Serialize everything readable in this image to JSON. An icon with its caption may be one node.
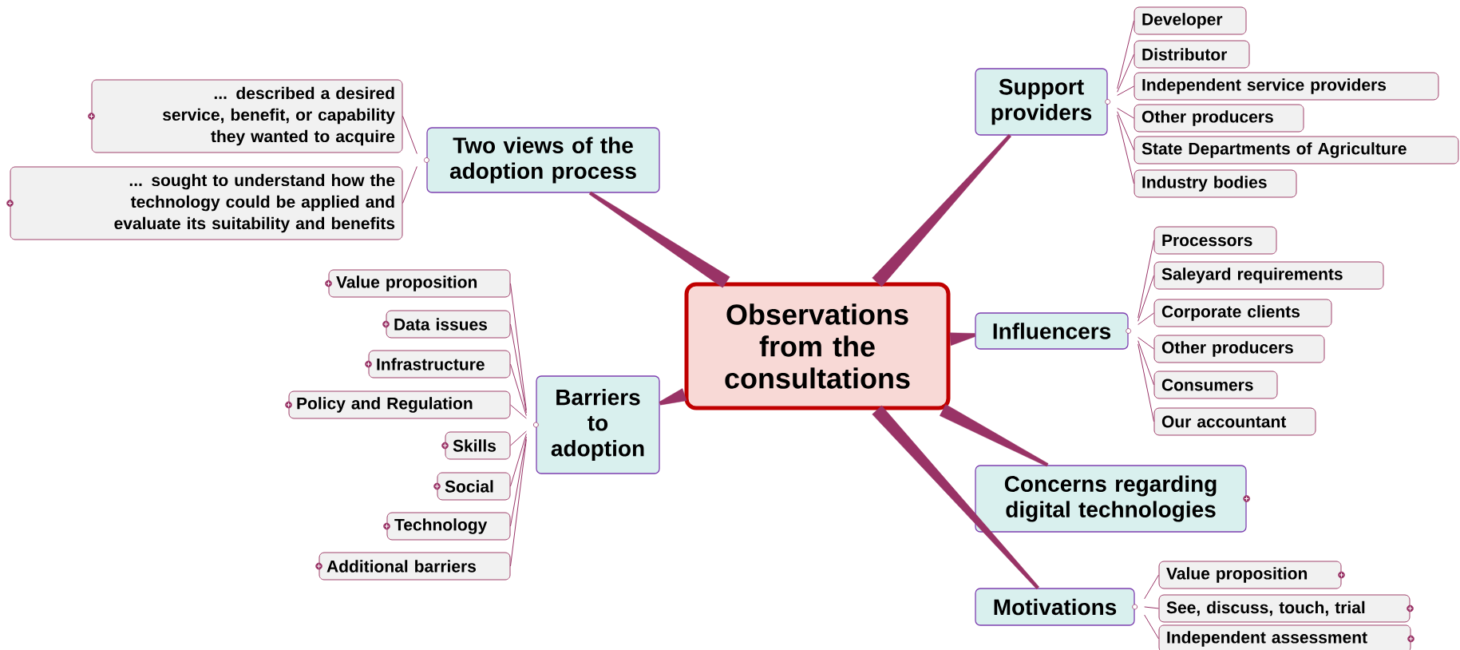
{
  "diagram": {
    "nodes": [
      {
        "text": [
          "Observations from the consultations"
        ]
      },
      {
        "text": [
          "Two views of the adoption process"
        ]
      },
      {
        "text": [
          "... described a desired service, benefit, or capability they wanted to acquire"
        ]
      },
      {
        "text": [
          "... sought to understand how the technology could be applied and evaluate its suitability and benefits"
        ]
      },
      {
        "text": [
          "Barriers to adoption"
        ]
      },
      {
        "text": [
          "Value proposition"
        ]
      },
      {
        "text": [
          "Data issues"
        ]
      },
      {
        "text": [
          "Infrastructure"
        ]
      },
      {
        "text": [
          "Policy and Regulation"
        ]
      },
      {
        "text": [
          "Skills"
        ]
      },
      {
        "text": [
          "Social"
        ]
      },
      {
        "text": [
          "Technology"
        ]
      },
      {
        "text": [
          "Additional barriers"
        ]
      },
      {
        "text": [
          "Support providers"
        ]
      },
      {
        "text": [
          "Developer"
        ]
      },
      {
        "text": [
          "Distributor"
        ]
      },
      {
        "text": [
          "Independent service providers"
        ]
      },
      {
        "text": [
          "Other producers"
        ]
      },
      {
        "text": [
          "State Departments of Agriculture"
        ]
      },
      {
        "text": [
          "Industry bodies"
        ]
      },
      {
        "text": [
          "Influencers"
        ]
      },
      {
        "text": [
          "Processors"
        ]
      },
      {
        "text": [
          "Saleyard requirements"
        ]
      },
      {
        "text": [
          "Corporate clients"
        ]
      },
      {
        "text": [
          "Other producers"
        ]
      },
      {
        "text": [
          "Consumers"
        ]
      },
      {
        "text": [
          "Our accountant"
        ]
      },
      {
        "text": [
          "Concerns regarding digital technologies"
        ]
      },
      {
        "text": [
          "Motivations"
        ]
      },
      {
        "text": [
          "Value proposition"
        ]
      },
      {
        "text": [
          "See, discuss, touch, trial"
        ]
      },
      {
        "text": [
          "Independent assessment"
        ]
      }
    ],
    "edges": [
      {
        "from": 0,
        "to": 1,
        "arrow": "none",
        "style": "thick"
      },
      {
        "from": 1,
        "to": 2,
        "arrow": "none"
      },
      {
        "from": 1,
        "to": 3,
        "arrow": "none"
      },
      {
        "from": 0,
        "to": 4,
        "arrow": "none",
        "style": "thick"
      },
      {
        "from": 4,
        "to": 5,
        "arrow": "none"
      },
      {
        "from": 4,
        "to": 6,
        "arrow": "none"
      },
      {
        "from": 4,
        "to": 7,
        "arrow": "none"
      },
      {
        "from": 4,
        "to": 8,
        "arrow": "none"
      },
      {
        "from": 4,
        "to": 9,
        "arrow": "none"
      },
      {
        "from": 4,
        "to": 10,
        "arrow": "none"
      },
      {
        "from": 4,
        "to": 11,
        "arrow": "none"
      },
      {
        "from": 4,
        "to": 12,
        "arrow": "none"
      },
      {
        "from": 0,
        "to": 13,
        "arrow": "none",
        "style": "thick"
      },
      {
        "from": 13,
        "to": 14,
        "arrow": "none"
      },
      {
        "from": 13,
        "to": 15,
        "arrow": "none"
      },
      {
        "from": 13,
        "to": 16,
        "arrow": "none"
      },
      {
        "from": 13,
        "to": 17,
        "arrow": "none"
      },
      {
        "from": 13,
        "to": 18,
        "arrow": "none"
      },
      {
        "from": 13,
        "to": 19,
        "arrow": "none"
      },
      {
        "from": 0,
        "to": 20,
        "arrow": "none",
        "style": "thick"
      },
      {
        "from": 20,
        "to": 21,
        "arrow": "none"
      },
      {
        "from": 20,
        "to": 22,
        "arrow": "none"
      },
      {
        "from": 20,
        "to": 23,
        "arrow": "none"
      },
      {
        "from": 20,
        "to": 24,
        "arrow": "none"
      },
      {
        "from": 20,
        "to": 25,
        "arrow": "none"
      },
      {
        "from": 20,
        "to": 26,
        "arrow": "none"
      },
      {
        "from": 0,
        "to": 27,
        "arrow": "none",
        "style": "thick"
      },
      {
        "from": 0,
        "to": 28,
        "arrow": "none",
        "style": "thick"
      },
      {
        "from": 28,
        "to": 29,
        "arrow": "none"
      },
      {
        "from": 28,
        "to": 30,
        "arrow": "none"
      },
      {
        "from": 28,
        "to": 31,
        "arrow": "none"
      }
    ]
  }
}
